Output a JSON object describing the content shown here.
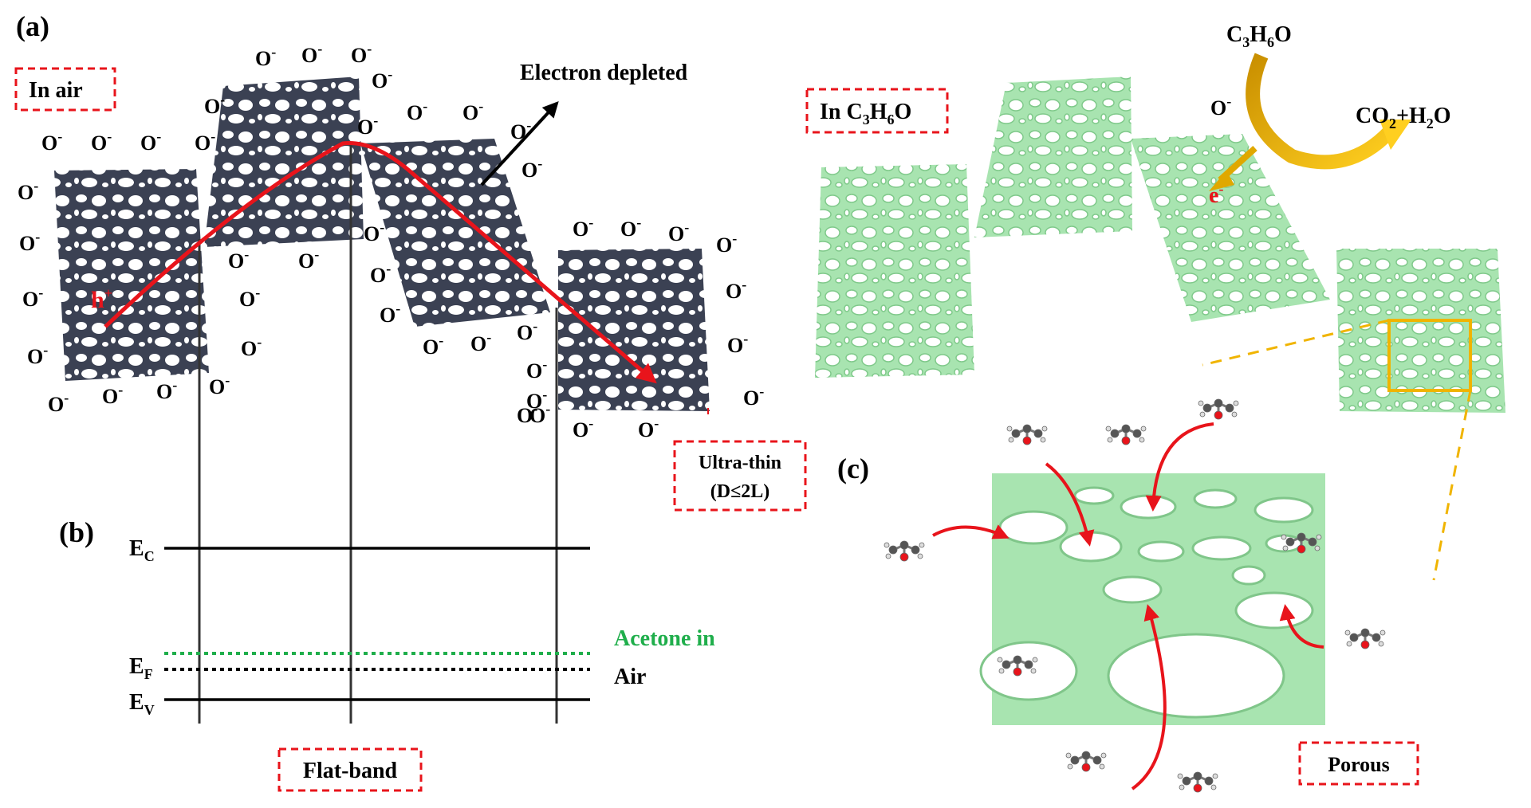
{
  "figure": {
    "panel_a": "(a)",
    "panel_b": "(b)",
    "panel_c": "(c)",
    "in_air": "In air",
    "in_acetone_prefix": "In C",
    "in_acetone_sub1": "3",
    "in_acetone_mid": "H",
    "in_acetone_sub2": "6",
    "in_acetone_suffix": "O",
    "electron_depleted": "Electron depleted",
    "hole": "h",
    "hole_sup": "+",
    "ultra_thin_1": "Ultra-thin",
    "ultra_thin_2": "(D≤2L)",
    "ec": "E",
    "ec_sub": "C",
    "ef": "E",
    "ef_sub": "F",
    "ev": "E",
    "ev_sub": "V",
    "acetone_in": "Acetone in",
    "air": "Air",
    "flat_band": "Flat-band",
    "reactant_c": "C",
    "reactant_sub1": "3",
    "reactant_h": "H",
    "reactant_sub2": "6",
    "reactant_o": "O",
    "product_co": "CO",
    "product_sub1": "2",
    "product_plus": "+H",
    "product_sub2": "2",
    "product_o": "O",
    "oxygen_ion": "O",
    "oxygen_ion_sup": "-",
    "electron": "e",
    "electron_sup": "-",
    "porous": "Porous"
  },
  "colors": {
    "dark_sheet": "#3b4153",
    "green_sheet": "#a8e4b0",
    "red": "#e8141b",
    "acetone_green": "#1fae4b",
    "gold": "#f0b400"
  }
}
